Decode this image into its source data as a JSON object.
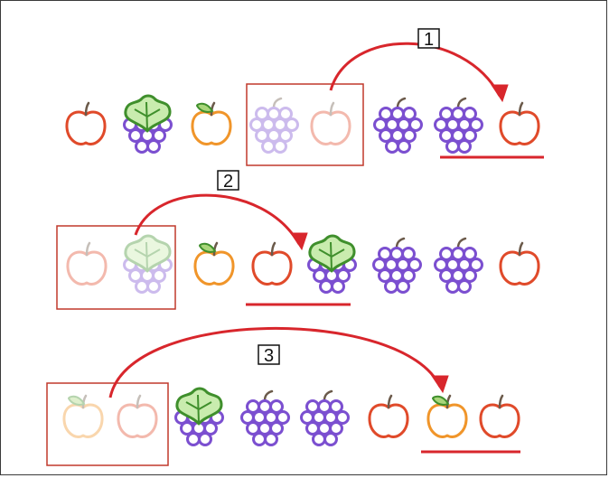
{
  "colors": {
    "apple_red": "#e04a2a",
    "apple_orange": "#f0952a",
    "grape": "#7b4fd0",
    "leaf": "#3f8f2c",
    "stem": "#6b5a4a",
    "arrow": "#d8262c",
    "box": "#c0392b"
  },
  "rows": [
    {
      "step_label": "1",
      "items": [
        {
          "type": "apple",
          "variant": "red"
        },
        {
          "type": "grape",
          "leaf": true
        },
        {
          "type": "apple",
          "variant": "orange",
          "leaf": true
        },
        {
          "type": "grape",
          "faded": true
        },
        {
          "type": "apple",
          "variant": "red",
          "faded": true
        },
        {
          "type": "grape"
        },
        {
          "type": "grape"
        },
        {
          "type": "apple",
          "variant": "red"
        }
      ],
      "moved_from": [
        3,
        4
      ],
      "moved_to": 7
    },
    {
      "step_label": "2",
      "items": [
        {
          "type": "apple",
          "variant": "red",
          "faded": true
        },
        {
          "type": "grape",
          "leaf": true,
          "faded": true
        },
        {
          "type": "apple",
          "variant": "orange",
          "leaf": true
        },
        {
          "type": "apple",
          "variant": "red"
        },
        {
          "type": "grape",
          "leaf": true
        },
        {
          "type": "grape"
        },
        {
          "type": "grape"
        },
        {
          "type": "apple",
          "variant": "red"
        }
      ],
      "moved_from": [
        0,
        1
      ],
      "moved_to": 3
    },
    {
      "step_label": "3",
      "items": [
        {
          "type": "apple",
          "variant": "orange",
          "leaf": true,
          "faded": true
        },
        {
          "type": "apple",
          "variant": "red",
          "faded": true
        },
        {
          "type": "grape",
          "leaf": true
        },
        {
          "type": "grape"
        },
        {
          "type": "grape"
        },
        {
          "type": "apple",
          "variant": "red"
        },
        {
          "type": "apple",
          "variant": "orange",
          "leaf": true
        },
        {
          "type": "apple",
          "variant": "red"
        }
      ],
      "moved_from": [
        0,
        1
      ],
      "moved_to": 6
    }
  ]
}
